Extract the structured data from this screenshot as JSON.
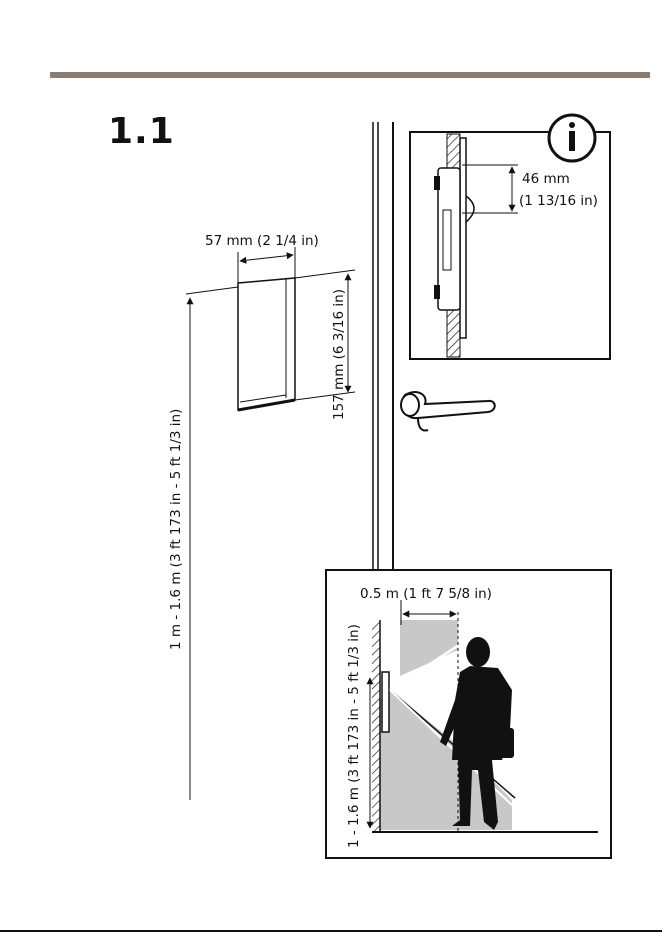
{
  "section_number": "1.1",
  "dimensions": {
    "width": "57 mm (2 1/4 in)",
    "height": "157 mm (6 3/16 in)",
    "mount_height": "1 m - 1.6 m (3 ft 173 in - 5 ft 1/3 in)",
    "detail_offset_mm": "46 mm",
    "detail_offset_in": "(1 13/16 in)",
    "distance": "0.5 m (1 ft  7 5/8 in)",
    "person_mount_height": "1 - 1.6 m (3 ft 173 in - 5 ft 1/3 in)"
  },
  "icons": [
    "info-icon",
    "door-handle-icon",
    "person-silhouette-icon"
  ]
}
